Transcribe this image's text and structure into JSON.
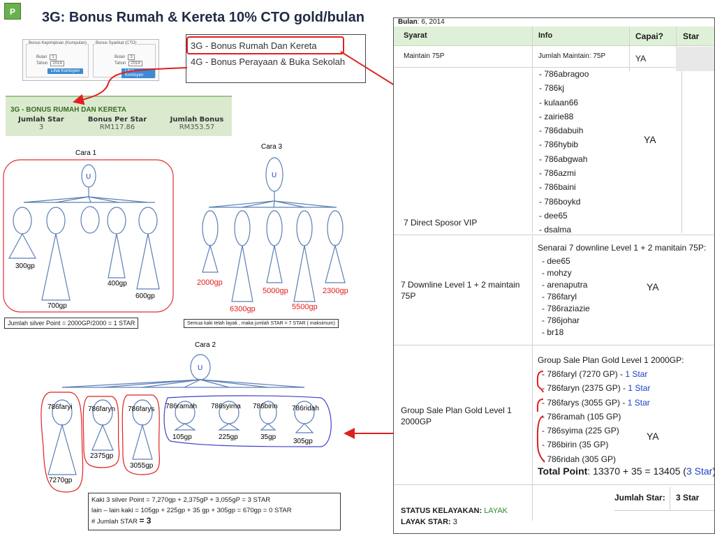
{
  "badge": "P",
  "title": "3G: Bonus Rumah & Kereta 10% CTO gold/bulan",
  "form": {
    "group1_legend": "Bonus Kepimpinan (Kumpulan)",
    "group2_legend": "Bonus Syarikat (CTO)",
    "bulan_label": "Bulan",
    "tahun_label": "Tahun",
    "g1_bulan": "1",
    "g1_tahun": "2014",
    "g2_bulan": "3",
    "g2_tahun": "2014",
    "button1": "Lihat Komisyen",
    "button2": "Lihat Komisyen"
  },
  "menu": {
    "item1": "3G - Bonus Rumah Dan Kereta",
    "item2": "4G - Bonus Perayaan & Buka Sekolah"
  },
  "bonus": {
    "heading": "3G - BONUS RUMAH DAN KERETA",
    "col1_head": "Jumlah Star",
    "col1_val": "3",
    "col2_head": "Bonus Per Star",
    "col2_val": "RM117.86",
    "col3_head": "Jumlah Bonus",
    "col3_val": "RM353.57"
  },
  "cara1": {
    "title": "Cara 1",
    "root": "U",
    "gp1": "300gp",
    "gp2": "700gp",
    "gp3": "400gp",
    "gp4": "600gp",
    "note": "Jumlah silver Point = 2000GP/2000 = 1 STAR"
  },
  "cara3": {
    "title": "Cara 3",
    "root": "U",
    "gp1": "2000gp",
    "gp2": "6300gp",
    "gp3": "5000gp",
    "gp4": "5500gp",
    "gp5": "2300gp",
    "note": "Semua kaki telah layak , maka jumlah STAR = 7 STAR ( maksimum)"
  },
  "cara2": {
    "title": "Cara 2",
    "root": "U",
    "leg1": "786faryi",
    "leg2": "786faryn",
    "leg3": "786farys",
    "leg4": "786ramah",
    "leg5": "786syima",
    "leg6": "786birin",
    "leg7": "786ridah",
    "gp1": "7270gp",
    "gp2": "2375gp",
    "gp3": "3055gp",
    "gp4": "105gp",
    "gp5": "225gp",
    "gp6": "35gp",
    "gp7": "305gp",
    "line1": "Kaki 3 silver Point = 7,270gp + 2,375gP + 3,055gP  =  3 STAR",
    "line2": "lain – lain kaki = 105gp + 225gp + 35 gp + 305gp = 670gp = 0 STAR",
    "line3_prefix": "# Jumlah  STAR",
    "line3_value": "= 3"
  },
  "panel": {
    "bulan_label": "Bulan",
    "bulan_value": ": 6, 2014",
    "headers": {
      "syarat": "Syarat",
      "info": "Info",
      "capai": "Capai?",
      "star": "Star"
    },
    "row1": {
      "syarat": "Maintain 75P",
      "info": "Jumlah Maintain: 75P",
      "capai": "YA"
    },
    "row2": {
      "syarat": "7 Direct Sposor VIP",
      "list": [
        "- 786abragoo",
        "- 786kj",
        "- kulaan66",
        "- zairie88",
        "- 786dabuih",
        "- 786hybib",
        "- 786abgwah",
        "- 786azmi",
        "- 786baini",
        "- 786boykd",
        "- dee65",
        "- dsalma"
      ],
      "capai": "YA"
    },
    "row3": {
      "syarat": "7 Downline Level 1 + 2 maintain 75P",
      "intro": "Senarai 7 downline Level 1 + 2 manitain 75P:",
      "list": [
        "- dee65",
        "- mohzy",
        "- arenaputra",
        "- 786faryl",
        "- 786raziazie",
        "- 786johar",
        "- br18"
      ],
      "capai": "YA"
    },
    "row4": {
      "syarat": "Group Sale Plan Gold Level 1 2000GP",
      "intro": "Group Sale Plan Gold Level 1 2000GP:",
      "items": [
        {
          "text": "- 786faryl (7270 GP) -",
          "star": "1 Star"
        },
        {
          "text": "- 786faryn (2375 GP) -",
          "star": "1 Star"
        },
        {
          "text": "- 786farys (3055 GP) -",
          "star": "1 Star"
        },
        {
          "text": "- 786ramah (105 GP)",
          "star": ""
        },
        {
          "text": "- 786syima (225 GP)",
          "star": ""
        },
        {
          "text": "- 786birin (35 GP)",
          "star": ""
        },
        {
          "text": "- 786ridah (305 GP)",
          "star": ""
        }
      ],
      "total_label": "Total Point",
      "total_calc": ": 13370 + 35 = 13405 (",
      "total_star": "3 Star",
      "total_end": ")",
      "capai": "YA"
    },
    "jumlah_star_label": "Jumlah Star:",
    "jumlah_star_value": "3 Star",
    "status_label": "STATUS KELAYAKAN:",
    "status_value": "LAYAK",
    "layak_label": "LAYAK STAR:",
    "layak_value": "3"
  },
  "colors": {
    "accent_red": "#e02020",
    "header_green": "#dff0d8",
    "blue_link": "#1a40c8",
    "layak_green": "#2e8b2e"
  }
}
